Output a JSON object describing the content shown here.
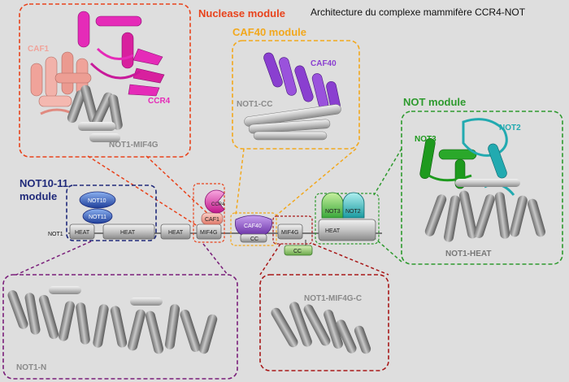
{
  "title": "Architecture du complexe mammifère CCR4-NOT",
  "modules": {
    "nuclease": {
      "label": "Nuclease module",
      "color": "#e8431c"
    },
    "caf40": {
      "label": "CAF40 module",
      "color": "#f2a81d"
    },
    "not": {
      "label": "NOT module",
      "color": "#2e9a2e"
    },
    "not10_11": {
      "label_line1": "NOT10-11",
      "label_line2": "module",
      "color": "#202a7a"
    }
  },
  "structure_labels": {
    "caf1": "CAF1",
    "ccr4": "CCR4",
    "not1_mif4g": "NOT1-MIF4G",
    "caf40": "CAF40",
    "not1_cc": "NOT1-CC",
    "not3": "NOT3",
    "not2": "NOT2",
    "not1_heat": "NOT1-HEAT",
    "not1_n": "NOT1-N",
    "not1_mif4g_c": "NOT1-MIF4G-C"
  },
  "schematic": {
    "not1": "NOT1",
    "heat": "HEAT",
    "mif4g": "MIF4G",
    "cc": "CC",
    "caf40": "CAF40",
    "caf1": "CAF1",
    "ccr4": "CCR4",
    "not10": "NOT10",
    "not11": "NOT11",
    "not3": "NOT3",
    "not2": "NOT2"
  },
  "colors": {
    "caf1": "#f0a39a",
    "ccr4": "#e52bb8",
    "caf40": "#8a3fd0",
    "not3": "#1e9a1e",
    "not2": "#22aab0",
    "not10": "#2a55a8",
    "not1": "#b8b8b8",
    "purple_box": "#7a1f7a",
    "darkred_box": "#a81818"
  }
}
